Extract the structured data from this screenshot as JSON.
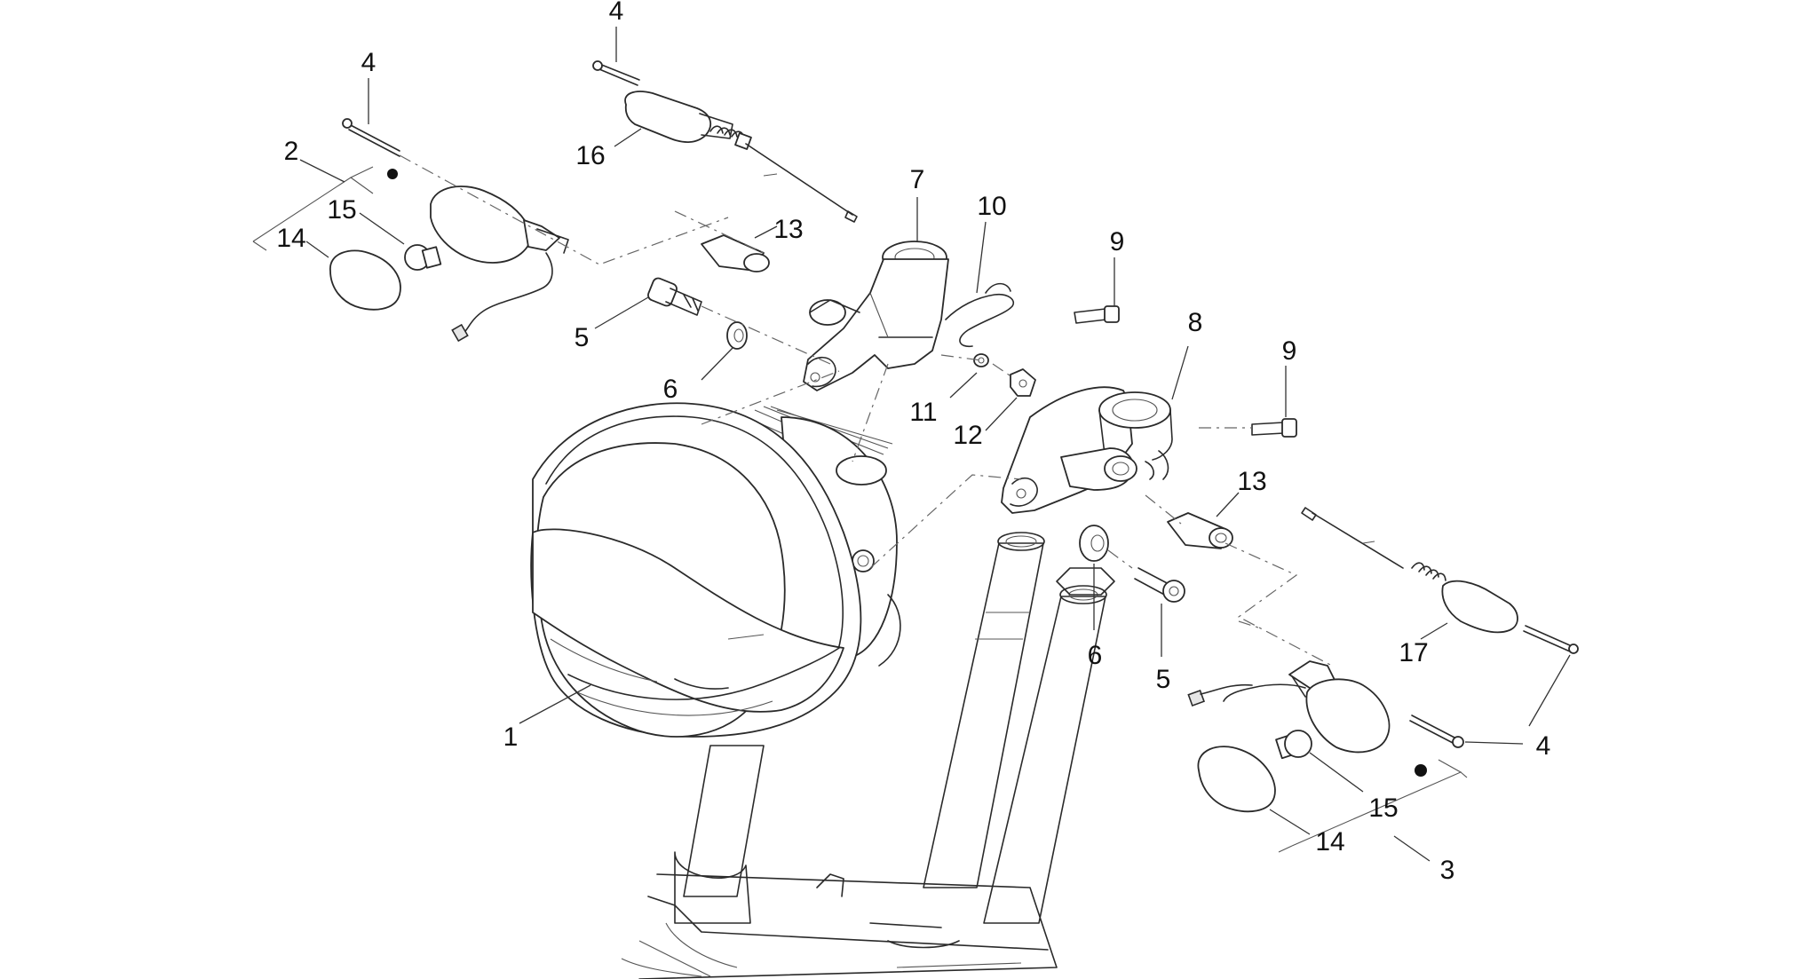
{
  "labels": [
    {
      "key": "l4a",
      "text": "4"
    },
    {
      "key": "l4b",
      "text": "4"
    },
    {
      "key": "l2",
      "text": "2"
    },
    {
      "key": "l16",
      "text": "16"
    },
    {
      "key": "l15a",
      "text": "15"
    },
    {
      "key": "l14a",
      "text": "14"
    },
    {
      "key": "l13a",
      "text": "13"
    },
    {
      "key": "l7",
      "text": "7"
    },
    {
      "key": "l10",
      "text": "10"
    },
    {
      "key": "l9a",
      "text": "9"
    },
    {
      "key": "l8",
      "text": "8"
    },
    {
      "key": "l9b",
      "text": "9"
    },
    {
      "key": "l5a",
      "text": "5"
    },
    {
      "key": "l6a",
      "text": "6"
    },
    {
      "key": "l11",
      "text": "11"
    },
    {
      "key": "l12",
      "text": "12"
    },
    {
      "key": "l13b",
      "text": "13"
    },
    {
      "key": "l1",
      "text": "1"
    },
    {
      "key": "l6b",
      "text": "6"
    },
    {
      "key": "l5b",
      "text": "5"
    },
    {
      "key": "l17",
      "text": "17"
    },
    {
      "key": "l4c",
      "text": "4"
    },
    {
      "key": "l15b",
      "text": "15"
    },
    {
      "key": "l14b",
      "text": "14"
    },
    {
      "key": "l3",
      "text": "3"
    }
  ]
}
